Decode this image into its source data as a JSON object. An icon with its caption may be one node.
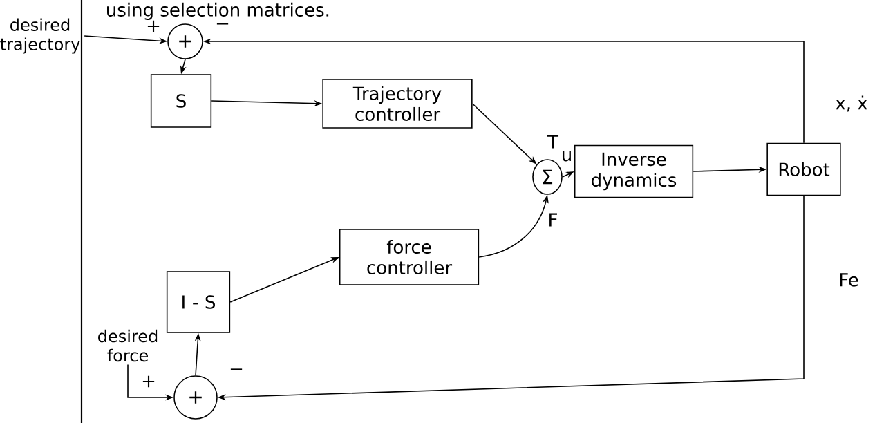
{
  "diagram": {
    "title": "using selection matrices.",
    "nodes": [
      {
        "text": [
          "+"
        ]
      },
      {
        "text": [
          "S"
        ]
      },
      {
        "text": [
          "Trajectory controller"
        ]
      },
      {
        "text": [
          "Σ"
        ]
      },
      {
        "text": [
          "force controller"
        ]
      },
      {
        "text": [
          "I - S"
        ]
      },
      {
        "text": [
          "+"
        ]
      },
      {
        "text": [
          "Inverse dynamics"
        ]
      },
      {
        "text": [
          "Robot"
        ]
      },
      {
        "text": [
          "desired trajectory"
        ]
      },
      {
        "text": [
          "desired force"
        ]
      }
    ],
    "edges": [
      {
        "from": 9,
        "to": 0,
        "arrow": "to"
      },
      {
        "from": 0,
        "to": 1,
        "arrow": "to"
      },
      {
        "from": 1,
        "to": 2,
        "arrow": "to"
      },
      {
        "from": 2,
        "to": 3,
        "arrow": "to",
        "label": "T"
      },
      {
        "from": 4,
        "to": 3,
        "arrow": "to",
        "label": "F"
      },
      {
        "from": 5,
        "to": 4,
        "arrow": "to"
      },
      {
        "from": 6,
        "to": 5,
        "arrow": "to"
      },
      {
        "from": 3,
        "to": 7,
        "arrow": "to",
        "label": "u"
      },
      {
        "from": 7,
        "to": 8,
        "arrow": "to"
      },
      {
        "from": 8,
        "to": 0,
        "arrow": "to",
        "label": "x, ẋ"
      },
      {
        "from": 8,
        "to": 6,
        "arrow": "to",
        "label": "Fe"
      },
      {
        "from": 10,
        "to": 6,
        "arrow": "to"
      }
    ],
    "labels": [
      "+",
      "−",
      "+",
      "−"
    ]
  }
}
